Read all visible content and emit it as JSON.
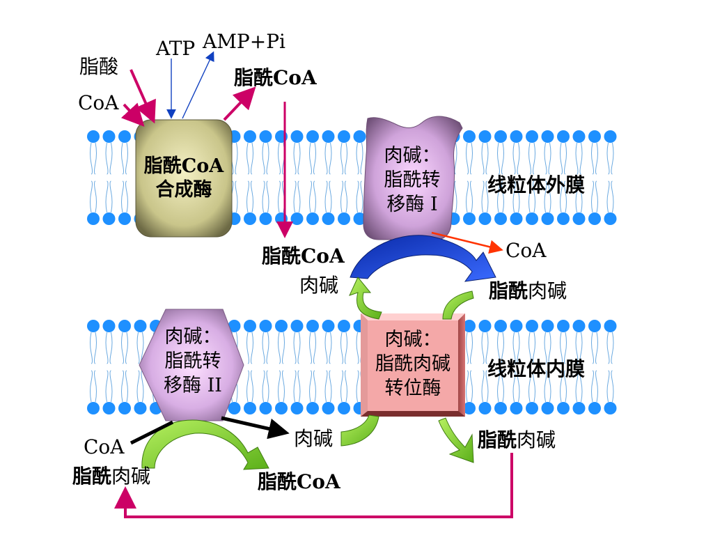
{
  "labels": {
    "fatty_acid": "脂酸",
    "coa_in": "CoA",
    "atp": "ATP",
    "amp_pi": "AMP+Pi",
    "acyl_coa_top": "脂酰CoA",
    "acyl_coa_outer": "脂酰CoA",
    "carnitine_outer": "肉碱",
    "coa_outer": "CoA",
    "acyl_carnitine_outer_a": "脂酰",
    "acyl_carnitine_outer_b": "肉碱",
    "outer_membrane": "线粒体外膜",
    "inner_membrane": "线粒体内膜",
    "carnitine_inner": "肉碱",
    "acyl_carnitine_inner_right_a": "脂酰",
    "acyl_carnitine_inner_right_b": "肉碱",
    "coa_matrix": "CoA",
    "acyl_carnitine_matrix_a": "脂酰",
    "acyl_carnitine_matrix_b": "肉碱",
    "acyl_coa_matrix": "脂酰CoA"
  },
  "enzymes": {
    "synthetase": [
      "脂酰CoA",
      "合成酶"
    ],
    "cpt1": [
      "肉碱：",
      "脂酰转",
      "移酶 I"
    ],
    "cpt2": [
      "肉碱：",
      "脂酰转",
      "移酶 II"
    ],
    "translocase": [
      "肉碱：",
      "脂酰肉碱",
      "转位酶"
    ]
  },
  "colors": {
    "lipid_head": "#1e90ff",
    "lipid_tail": "#6aa9e0",
    "magenta_arrow": "#cc0066",
    "blue_arrow": "#1040c0",
    "red_arrow": "#ff3300",
    "green_arrow": "#88dd22",
    "dark_blue_arrow": "#0a2aa8",
    "synthetase": "#c9c58a",
    "cpt1": "#b896c4",
    "cpt2": "#d0a8dc",
    "translocase": "#f2a2a2"
  }
}
